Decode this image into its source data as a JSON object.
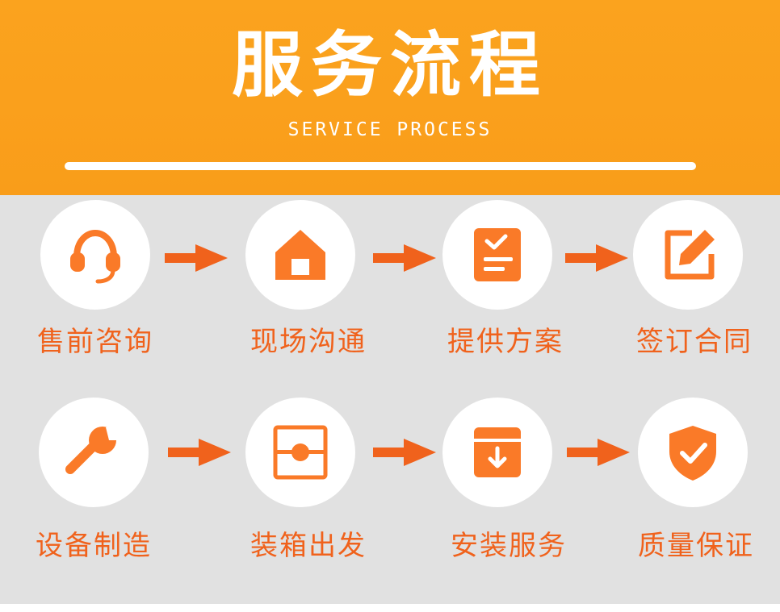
{
  "header": {
    "title": "服务流程",
    "subtitle": "SERVICE PROCESS"
  },
  "steps": [
    {
      "label": "售前咨询",
      "icon": "headset-icon"
    },
    {
      "label": "现场沟通",
      "icon": "house-icon"
    },
    {
      "label": "提供方案",
      "icon": "checklist-icon"
    },
    {
      "label": "签订合同",
      "icon": "edit-icon"
    },
    {
      "label": "设备制造",
      "icon": "wrench-icon"
    },
    {
      "label": "装箱出发",
      "icon": "package-box-icon"
    },
    {
      "label": "安装服务",
      "icon": "download-box-icon"
    },
    {
      "label": "质量保证",
      "icon": "shield-check-icon"
    }
  ],
  "colors": {
    "header_bg": "#fba31e",
    "body_bg": "#e1e1e1",
    "accent": "#f0621c",
    "icon": "#fa7a28",
    "circle": "#ffffff"
  }
}
